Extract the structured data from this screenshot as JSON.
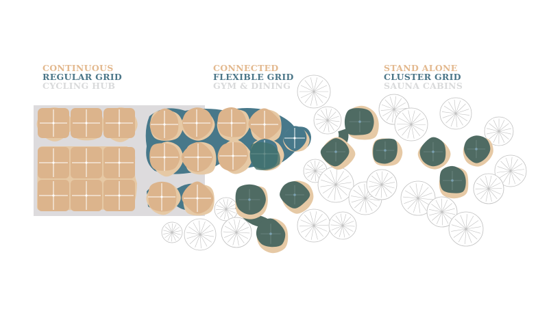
{
  "colors": {
    "sand": "#dcb48c",
    "sand_light": "#e6c9a5",
    "teal": "#47788a",
    "dark_green": "#4f6b63",
    "hub_bg": "#dddbdd",
    "tree_stroke": "#bfbfbf",
    "label_orange": "#e3b98f",
    "label_blue": "#4b7688",
    "label_grey": "#d9dadb"
  },
  "sections": [
    {
      "line1": "CONTINUOUS",
      "line2": "REGULAR GRID",
      "line3": "CYCLING HUB"
    },
    {
      "line1": "CONNECTED",
      "line2": "FLEXIBLE GRID",
      "line3": "GYM & DINING"
    },
    {
      "line1": "STAND ALONE",
      "line2": "CLUSTER GRID",
      "line3": "SAUNA CABINS"
    }
  ]
}
